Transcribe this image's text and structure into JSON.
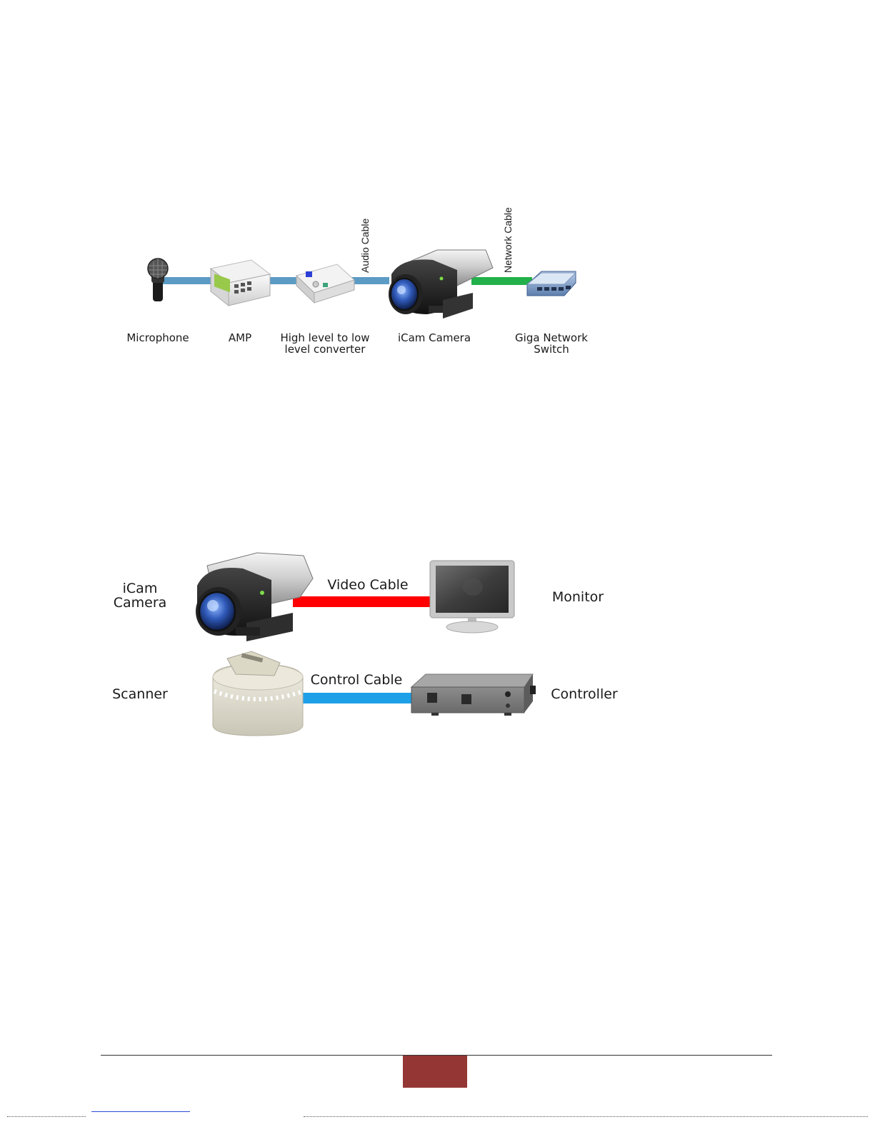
{
  "diagram1": {
    "cable_labels": {
      "audio": "Audio Cable",
      "network": "Network Cable"
    },
    "devices": {
      "microphone": "Microphone",
      "amp": "AMP",
      "converter_line1": "High level to low",
      "converter_line2": "level converter",
      "camera": "iCam Camera",
      "switch_line1": "Giga Network",
      "switch_line2": "Switch"
    },
    "colors": {
      "audio_cable": "#5b9bc4",
      "network_cable": "#22b04a"
    }
  },
  "diagram2": {
    "camera_line1": "iCam",
    "camera_line2": "Camera",
    "video_cable": "Video Cable",
    "monitor": "Monitor",
    "scanner": "Scanner",
    "control_cable": "Control Cable",
    "controller": "Controller",
    "colors": {
      "video_cable": "#ff0000",
      "control_cable": "#1ea0e8"
    }
  },
  "footer": {
    "accent_color": "#943634"
  }
}
